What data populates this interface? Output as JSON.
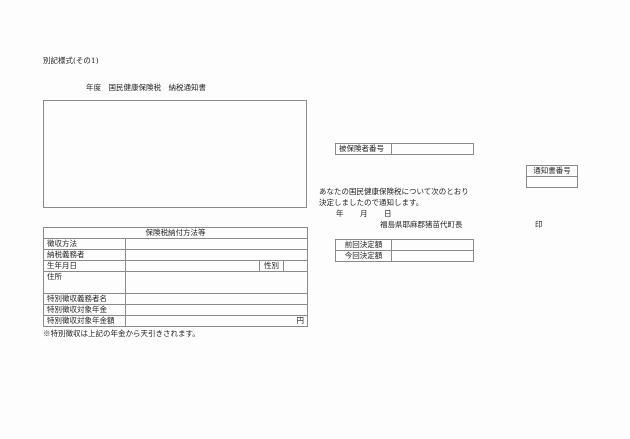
{
  "form_label": "別記様式(その1)",
  "title": "年度　国民健康保険税　納税通知書",
  "address_box": "",
  "insured_number": {
    "label": "被保険者番号",
    "value": ""
  },
  "notice_number": {
    "label": "通知書番号",
    "value": ""
  },
  "message": {
    "line1": "あなたの国民健康保険税について次のとおり",
    "line2": "決定しましたので通知します。"
  },
  "date": {
    "year": "年",
    "month": "月",
    "day": "日"
  },
  "issuer": {
    "name": "福島県耶麻郡猪苗代町長",
    "seal": "印"
  },
  "payment_table": {
    "header": "保険税納付方法等",
    "rows": {
      "collection_method": {
        "label": "徴収方法",
        "value": ""
      },
      "taxpayer": {
        "label": "納税義務者",
        "value": ""
      },
      "birth_date": {
        "label": "生年月日",
        "value": "",
        "gender_label": "性別",
        "gender_value": ""
      },
      "address": {
        "label": "住所",
        "value": ""
      },
      "special_collector": {
        "label": "特別徴収義務者名",
        "value": ""
      },
      "pension": {
        "label": "特別徴収対象年金",
        "value": ""
      },
      "pension_amount": {
        "label": "特別徴収対象年金額",
        "value": "",
        "unit": "円"
      }
    },
    "note": "※特別徴収は上記の年金から天引きされます。"
  },
  "decision_table": {
    "previous": {
      "label": "前回決定額",
      "value": ""
    },
    "current": {
      "label": "今回決定額",
      "value": ""
    }
  }
}
